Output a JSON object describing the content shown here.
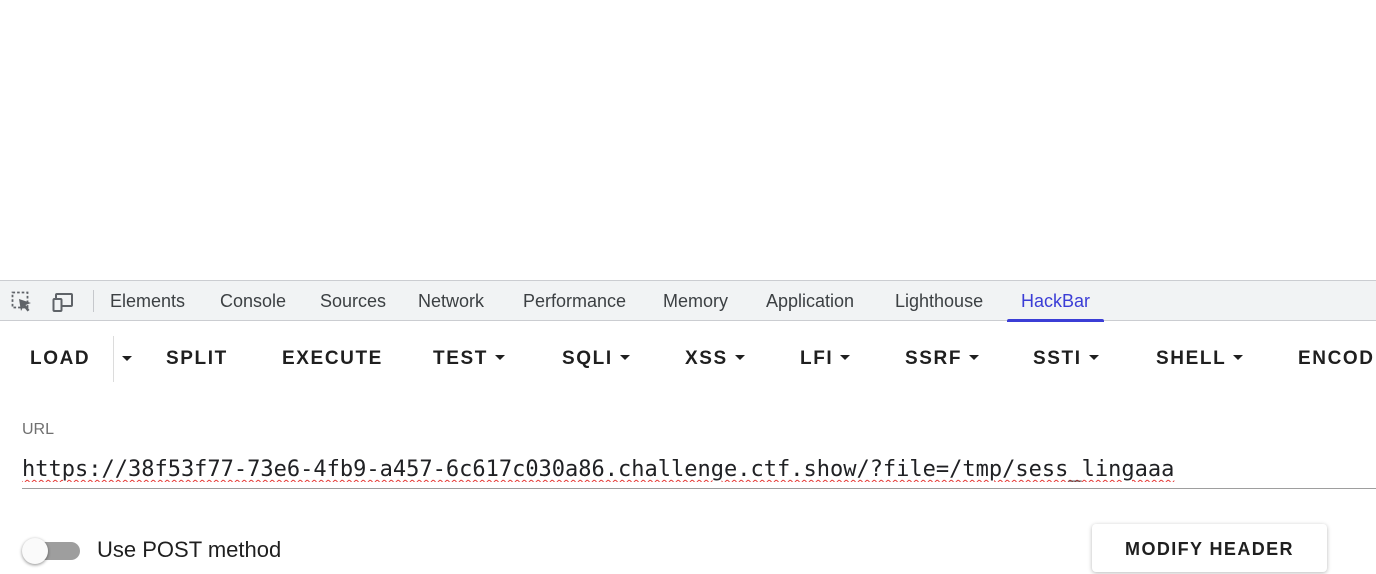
{
  "devtools": {
    "tabs": [
      "Elements",
      "Console",
      "Sources",
      "Network",
      "Performance",
      "Memory",
      "Application",
      "Lighthouse",
      "HackBar"
    ],
    "active_tab": "HackBar",
    "accent_color": "#3b3dd6",
    "icons": [
      "inspect-element-icon",
      "device-toolbar-icon"
    ]
  },
  "hackbar": {
    "toolbar": {
      "load": "LOAD",
      "split": "SPLIT",
      "execute": "EXECUTE",
      "test": "TEST",
      "sqli": "SQLI",
      "xss": "XSS",
      "lfi": "LFI",
      "ssrf": "SSRF",
      "ssti": "SSTI",
      "shell": "SHELL",
      "encoding": "ENCOD"
    },
    "url_label": "URL",
    "url_value": "https://38f53f77-73e6-4fb9-a457-6c617c030a86.challenge.ctf.show/?file=/tmp/sess_lingaaa",
    "post_label": "Use POST method",
    "post_enabled": false,
    "modify_header": "MODIFY HEADER"
  }
}
